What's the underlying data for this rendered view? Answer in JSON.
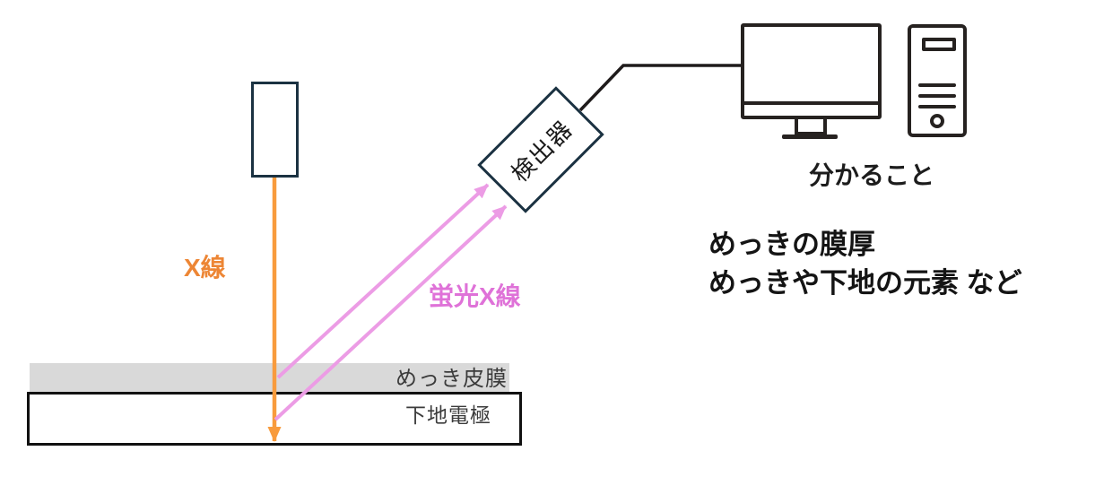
{
  "diagram": {
    "xray_label": "X線",
    "fluorescence_label": "蛍光X線",
    "detector_label": "検出器",
    "plating_label": "めっき皮膜",
    "substrate_label": "下地電極",
    "results_title": "分かること",
    "results_lines": [
      "めっきの膜厚",
      "めっきや下地の元素 など"
    ]
  },
  "colors": {
    "xray_beam": "#F89B3D",
    "xray_label": "#ED8635",
    "fluorescence_beam": "#EC9CE5",
    "fluorescence_label": "#DF72D8",
    "device_outline": "#1B3242",
    "computer_icon_stroke": "#262220",
    "plating_fill": "#D9D9D9",
    "substrate_border": "#111111",
    "layer_label_text": "#3B3B3B",
    "body_text": "#141414"
  }
}
